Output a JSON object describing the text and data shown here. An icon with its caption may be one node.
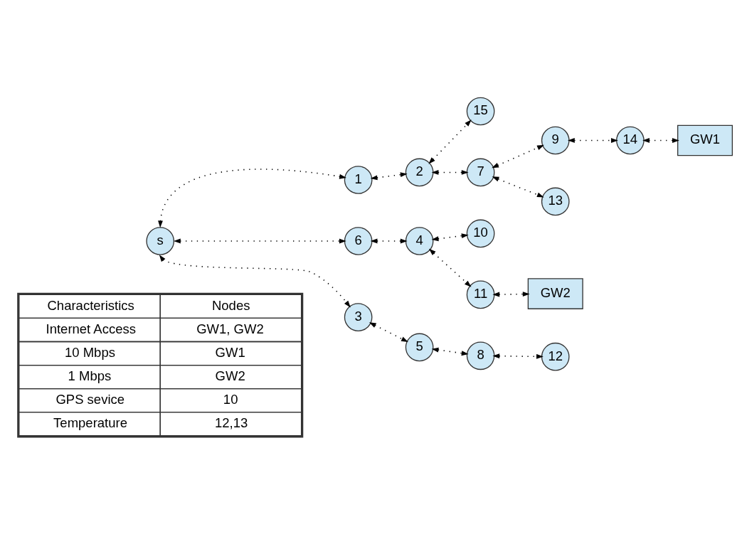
{
  "diagram": {
    "nodes": [
      {
        "text": [
          "s"
        ]
      },
      {
        "text": [
          "1"
        ]
      },
      {
        "text": [
          "2"
        ]
      },
      {
        "text": [
          "15"
        ]
      },
      {
        "text": [
          "7"
        ]
      },
      {
        "text": [
          "9"
        ]
      },
      {
        "text": [
          "14"
        ]
      },
      {
        "text": [
          "GW1"
        ]
      },
      {
        "text": [
          "13"
        ]
      },
      {
        "text": [
          "6"
        ]
      },
      {
        "text": [
          "4"
        ]
      },
      {
        "text": [
          "10"
        ]
      },
      {
        "text": [
          "11"
        ]
      },
      {
        "text": [
          "GW2"
        ]
      },
      {
        "text": [
          "3"
        ]
      },
      {
        "text": [
          "5"
        ]
      },
      {
        "text": [
          "8"
        ]
      },
      {
        "text": [
          "12"
        ]
      }
    ],
    "edges": [
      {
        "from": 0,
        "to": 1,
        "arrow": "both"
      },
      {
        "from": 1,
        "to": 2,
        "arrow": "both"
      },
      {
        "from": 2,
        "to": 3,
        "arrow": "both"
      },
      {
        "from": 2,
        "to": 4,
        "arrow": "both"
      },
      {
        "from": 4,
        "to": 5,
        "arrow": "both"
      },
      {
        "from": 5,
        "to": 6,
        "arrow": "both"
      },
      {
        "from": 6,
        "to": 7,
        "arrow": "both"
      },
      {
        "from": 4,
        "to": 8,
        "arrow": "both"
      },
      {
        "from": 0,
        "to": 9,
        "arrow": "both"
      },
      {
        "from": 9,
        "to": 10,
        "arrow": "both"
      },
      {
        "from": 10,
        "to": 11,
        "arrow": "both"
      },
      {
        "from": 10,
        "to": 12,
        "arrow": "both"
      },
      {
        "from": 12,
        "to": 13,
        "arrow": "both"
      },
      {
        "from": 0,
        "to": 14,
        "arrow": "both"
      },
      {
        "from": 14,
        "to": 15,
        "arrow": "both"
      },
      {
        "from": 15,
        "to": 16,
        "arrow": "both"
      },
      {
        "from": 16,
        "to": 17,
        "arrow": "both"
      }
    ],
    "labels": [
      "Characteristics",
      "Nodes",
      "Internet Access",
      "GW1, GW2",
      "10 Mbps",
      "GW1",
      "1 Mbps",
      "GW2",
      "GPS sevice",
      "10",
      "Temperature",
      "12,13"
    ]
  }
}
